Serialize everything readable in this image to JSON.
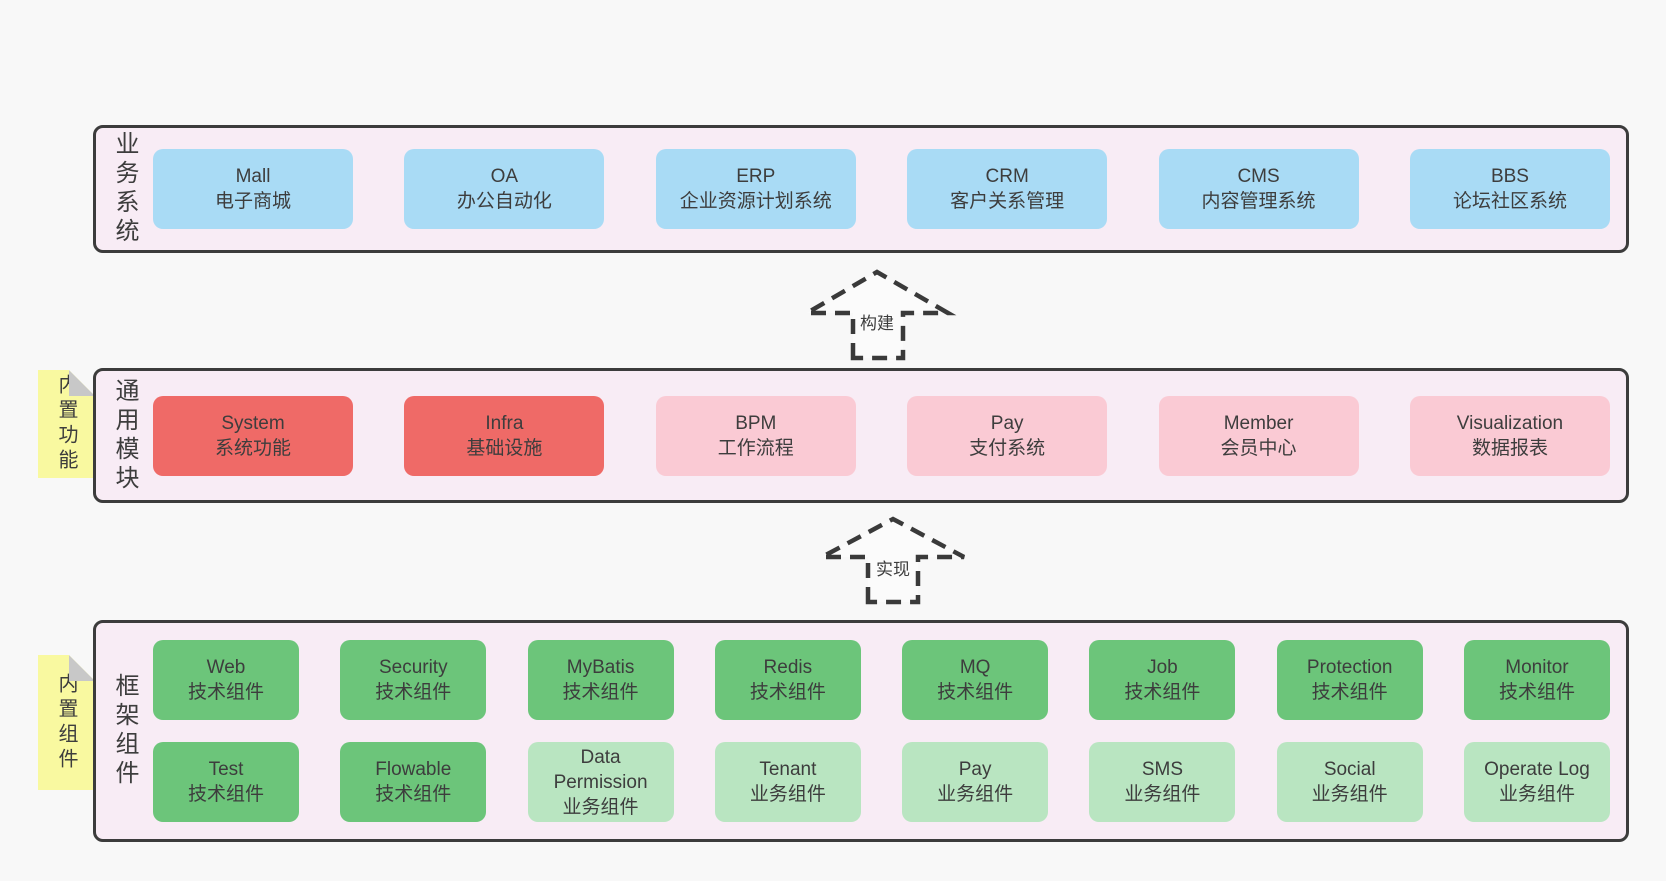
{
  "palette": {
    "page_bg": "#f8f8f8",
    "panel_bg": "#f8ecf5",
    "panel_border": "#3c3c3c",
    "ink": "#3d3d3d",
    "arrow_line": "#3a3a3a",
    "arrow_fill": "#fbfbfb",
    "note_yellow": "#f9f9a0",
    "note_fold": "#c8c8c8",
    "blue": "#a9dbf5",
    "red": "#ef6a67",
    "pink": "#facad4",
    "green": "#6cc57a",
    "green_light": "#b9e5c1"
  },
  "arrows": [
    {
      "label": "构建"
    },
    {
      "label": "实现"
    }
  ],
  "sections": [
    {
      "label": "业务系统",
      "rows": [
        [
          {
            "title": "Mall",
            "subtitle": "电子商城",
            "variant": "blue"
          },
          {
            "title": "OA",
            "subtitle": "办公自动化",
            "variant": "blue"
          },
          {
            "title": "ERP",
            "subtitle": "企业资源计划系统",
            "variant": "blue"
          },
          {
            "title": "CRM",
            "subtitle": "客户关系管理",
            "variant": "blue"
          },
          {
            "title": "CMS",
            "subtitle": "内容管理系统",
            "variant": "blue"
          },
          {
            "title": "BBS",
            "subtitle": "论坛社区系统",
            "variant": "blue"
          }
        ]
      ]
    },
    {
      "label": "通用模块",
      "note": "内置功能",
      "rows": [
        [
          {
            "title": "System",
            "subtitle": "系统功能",
            "variant": "red"
          },
          {
            "title": "Infra",
            "subtitle": "基础设施",
            "variant": "red"
          },
          {
            "title": "BPM",
            "subtitle": "工作流程",
            "variant": "pink"
          },
          {
            "title": "Pay",
            "subtitle": "支付系统",
            "variant": "pink"
          },
          {
            "title": "Member",
            "subtitle": "会员中心",
            "variant": "pink"
          },
          {
            "title": "Visualization",
            "subtitle": "数据报表",
            "variant": "pink"
          }
        ]
      ]
    },
    {
      "label": "框架组件",
      "note": "内置组件",
      "rows": [
        [
          {
            "title": "Web",
            "subtitle": "技术组件",
            "variant": "green"
          },
          {
            "title": "Security",
            "subtitle": "技术组件",
            "variant": "green"
          },
          {
            "title": "MyBatis",
            "subtitle": "技术组件",
            "variant": "green"
          },
          {
            "title": "Redis",
            "subtitle": "技术组件",
            "variant": "green"
          },
          {
            "title": "MQ",
            "subtitle": "技术组件",
            "variant": "green"
          },
          {
            "title": "Job",
            "subtitle": "技术组件",
            "variant": "green"
          },
          {
            "title": "Protection",
            "subtitle": "技术组件",
            "variant": "green"
          },
          {
            "title": "Monitor",
            "subtitle": "技术组件",
            "variant": "green"
          }
        ],
        [
          {
            "title": "Test",
            "subtitle": "技术组件",
            "variant": "green"
          },
          {
            "title": "Flowable",
            "subtitle": "技术组件",
            "variant": "green"
          },
          {
            "title": "Data Permission",
            "subtitle": "业务组件",
            "variant": "green-light"
          },
          {
            "title": "Tenant",
            "subtitle": "业务组件",
            "variant": "green-light"
          },
          {
            "title": "Pay",
            "subtitle": "业务组件",
            "variant": "green-light"
          },
          {
            "title": "SMS",
            "subtitle": "业务组件",
            "variant": "green-light"
          },
          {
            "title": "Social",
            "subtitle": "业务组件",
            "variant": "green-light"
          },
          {
            "title": "Operate Log",
            "subtitle": "业务组件",
            "variant": "green-light"
          }
        ]
      ]
    }
  ]
}
